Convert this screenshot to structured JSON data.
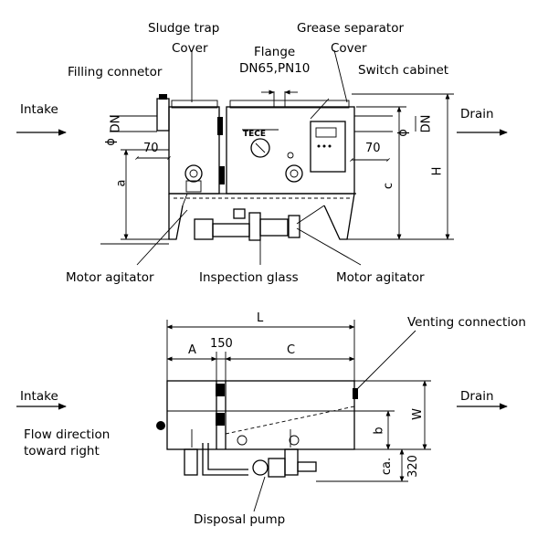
{
  "top_view": {
    "labels": {
      "sludge_trap": "Sludge trap",
      "cover_left": "Cover",
      "grease_separator": "Grease separator",
      "flange": "Flange",
      "flange_spec": "DN65,PN10",
      "cover_right": "Cover",
      "switch_cabinet": "Switch cabinet",
      "filling_connector": "Filling connetor",
      "intake": "Intake",
      "drain": "Drain",
      "motor_agitator_left": "Motor agitator",
      "inspection_glass": "Inspection glass",
      "motor_agitator_right": "Motor agitator",
      "brand": "TECE"
    },
    "dimensions": {
      "dn_left": "DN",
      "phi_left": "ϕ",
      "dim_70_left": "70",
      "dim_a": "a",
      "dn_right": "DN",
      "phi_right": "ϕ",
      "dim_70_right": "70",
      "dim_c": "c",
      "dim_H": "H"
    }
  },
  "bottom_view": {
    "labels": {
      "intake": "Intake",
      "flow_direction": "Flow direction",
      "flow_direction_2": "toward right",
      "drain": "Drain",
      "venting_connection": "Venting connection",
      "disposal_pump": "Disposal pump"
    },
    "dimensions": {
      "dim_L": "L",
      "dim_A": "A",
      "dim_150": "150",
      "dim_C": "C",
      "dim_W": "W",
      "dim_b": "b",
      "dim_ca": "ca.",
      "dim_320": "320"
    }
  }
}
